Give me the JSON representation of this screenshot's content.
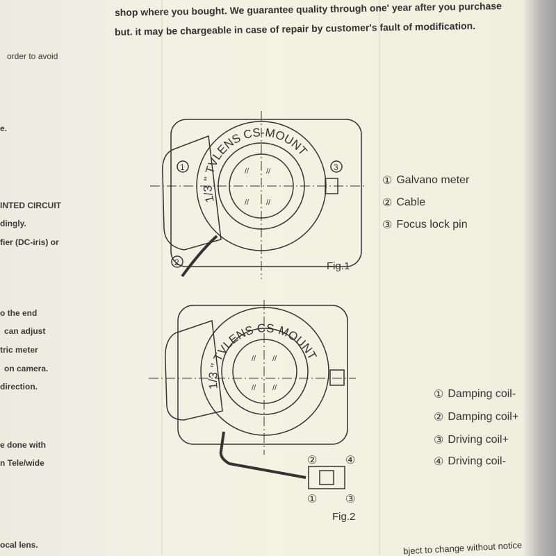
{
  "top_paragraph": {
    "line1": "shop where you bought. We guarantee quality through one' year after you purchase",
    "line2": "but. it may be chargeable in case of repair by customer's fault of modification."
  },
  "left_fragments": [
    "order to avoid",
    "e.",
    "INTED CIRCUIT",
    "dingly.",
    "fier (DC-iris) or",
    "o the end",
    "can adjust",
    "tric meter",
    "on camera.",
    "direction.",
    "e done with",
    "n Tele/wide",
    "ocal lens."
  ],
  "lens_marking": "1/3 \" TVLENS CS-MOUNT",
  "fig1": {
    "caption": "Fig.1",
    "callouts": [
      {
        "num": "①",
        "label": "Galvano meter"
      },
      {
        "num": "②",
        "label": "Cable"
      },
      {
        "num": "③",
        "label": "Focus lock pin"
      }
    ]
  },
  "fig2": {
    "caption": "Fig.2",
    "callouts": [
      {
        "num": "①",
        "label": "Damping coil-"
      },
      {
        "num": "②",
        "label": "Damping coil+"
      },
      {
        "num": "③",
        "label": "Driving coil+"
      },
      {
        "num": "④",
        "label": "Driving coil-"
      }
    ],
    "pin_numbers": [
      "②",
      "④",
      "①",
      "③"
    ]
  },
  "footer": "bject to change without notice"
}
